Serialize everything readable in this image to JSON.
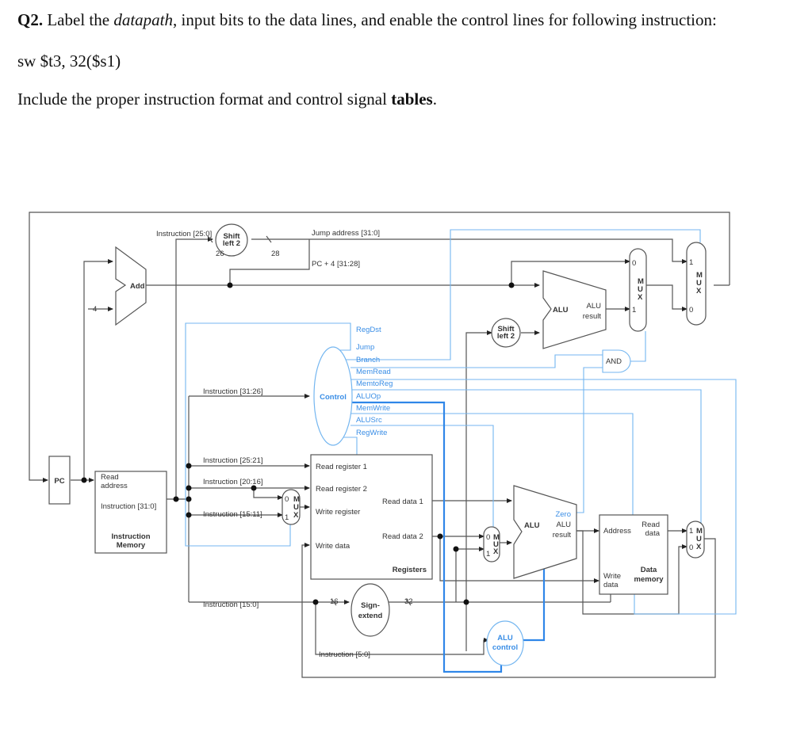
{
  "question": {
    "number": "Q2.",
    "text_part1": " Label the ",
    "text_emph": "datapath",
    "text_part2": ", input bits to the data lines, and enable the control lines for following instruction:",
    "instruction": "sw $t3, 32($s1)",
    "include_part1": "Include the proper instruction format and control signal ",
    "include_bold": "tables",
    "include_part2": "."
  },
  "diagram": {
    "pc": "PC",
    "add": "Add",
    "four": "4",
    "instr_mem": {
      "read_address_1": "Read",
      "read_address_2": "address",
      "instruction_out": "Instruction [31:0]",
      "title_1": "Instruction",
      "title_2": "Memory"
    },
    "shift_top": {
      "l1": "Shift",
      "l2": "left 2"
    },
    "shift_mid": {
      "l1": "Shift",
      "l2": "left 2"
    },
    "bus_labels": {
      "instr_25_0": "Instruction [25:0]",
      "width_26": "26",
      "width_28": "28",
      "jump_address": "Jump address [31:0]",
      "pc4": "PC + 4 [31:28]",
      "instr_31_26": "Instruction [31:26]",
      "instr_25_21": "Instruction [25:21]",
      "instr_20_16": "Instruction [20:16]",
      "instr_15_11": "Instruction [15:11]",
      "instr_15_0": "Instruction [15:0]",
      "instr_5_0": "Instruction [5:0]",
      "width_16": "16",
      "width_32": "32"
    },
    "control": {
      "title": "Control",
      "signals": [
        "RegDst",
        "Jump",
        "Branch",
        "MemRead",
        "MemtoReg",
        "ALUOp",
        "MemWrite",
        "ALUSrc",
        "RegWrite"
      ]
    },
    "registers": {
      "read_reg_1": "Read register 1",
      "read_reg_2": "Read register 2",
      "write_reg": "Write register",
      "write_data": "Write data",
      "read_data_1": "Read data 1",
      "read_data_2": "Read data 2",
      "title": "Registers"
    },
    "alu_main": {
      "label": "ALU",
      "zero": "Zero",
      "result_1": "ALU",
      "result_2": "result"
    },
    "alu_branch": {
      "label": "ALU",
      "result_1": "ALU",
      "result_2": "result"
    },
    "alu_control": {
      "l1": "ALU",
      "l2": "control"
    },
    "sign_extend": {
      "l1": "Sign-",
      "l2": "extend"
    },
    "and_gate": "AND",
    "data_memory": {
      "address": "Address",
      "read_data_1": "Read",
      "read_data_2": "data",
      "write_data_1": "Write",
      "write_data_2": "data",
      "title_1": "Data",
      "title_2": "memory"
    },
    "mux": {
      "m": "M",
      "u": "U",
      "x": "X",
      "zero": "0",
      "one": "1"
    },
    "colors": {
      "control": "#3a8ee6",
      "wire": "#555555"
    }
  }
}
